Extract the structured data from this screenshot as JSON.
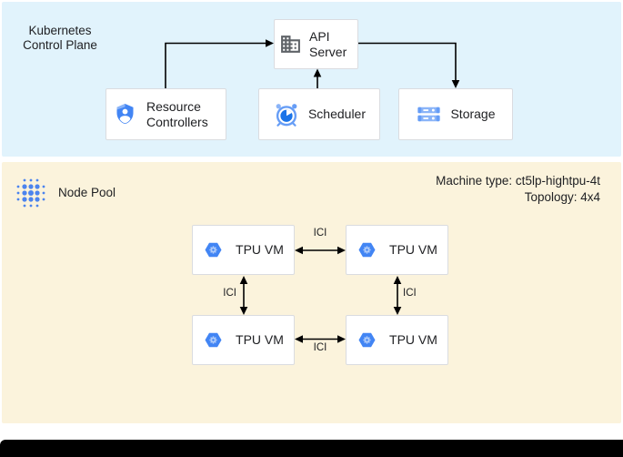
{
  "control_plane": {
    "title_line1": "Kubernetes",
    "title_line2": "Control Plane",
    "api_server_label": "API Server",
    "resource_controllers_label": "Resource Controllers",
    "scheduler_label": "Scheduler",
    "storage_label": "Storage"
  },
  "node_pool": {
    "label": "Node Pool",
    "machine_type": "Machine type: ct5lp-hightpu-4t",
    "topology": "Topology: 4x4",
    "tpu_vm_labels": [
      "TPU VM",
      "TPU VM",
      "TPU VM",
      "TPU VM"
    ],
    "interconnect_labels": [
      "ICI",
      "ICI",
      "ICI",
      "ICI"
    ]
  },
  "icons": {
    "api_server": "building-icon",
    "resource_controllers": "shield-user-icon",
    "scheduler": "alarm-clock-icon",
    "storage": "server-stack-icon",
    "tpu_vm": "compute-hexagon-gear-icon",
    "node_pool": "dot-cluster-icon"
  },
  "colors": {
    "control_plane_bg": "#e1f3fc",
    "node_pool_bg": "#fbf3dc",
    "google_blue": "#4285f4",
    "light_blue": "#8ab4f8",
    "mid_blue": "#669df6",
    "dark_blue": "#1a73e8",
    "icon_gray": "#5f6368",
    "text": "#202124",
    "box_border": "#dadce0",
    "arrow": "#000000"
  }
}
